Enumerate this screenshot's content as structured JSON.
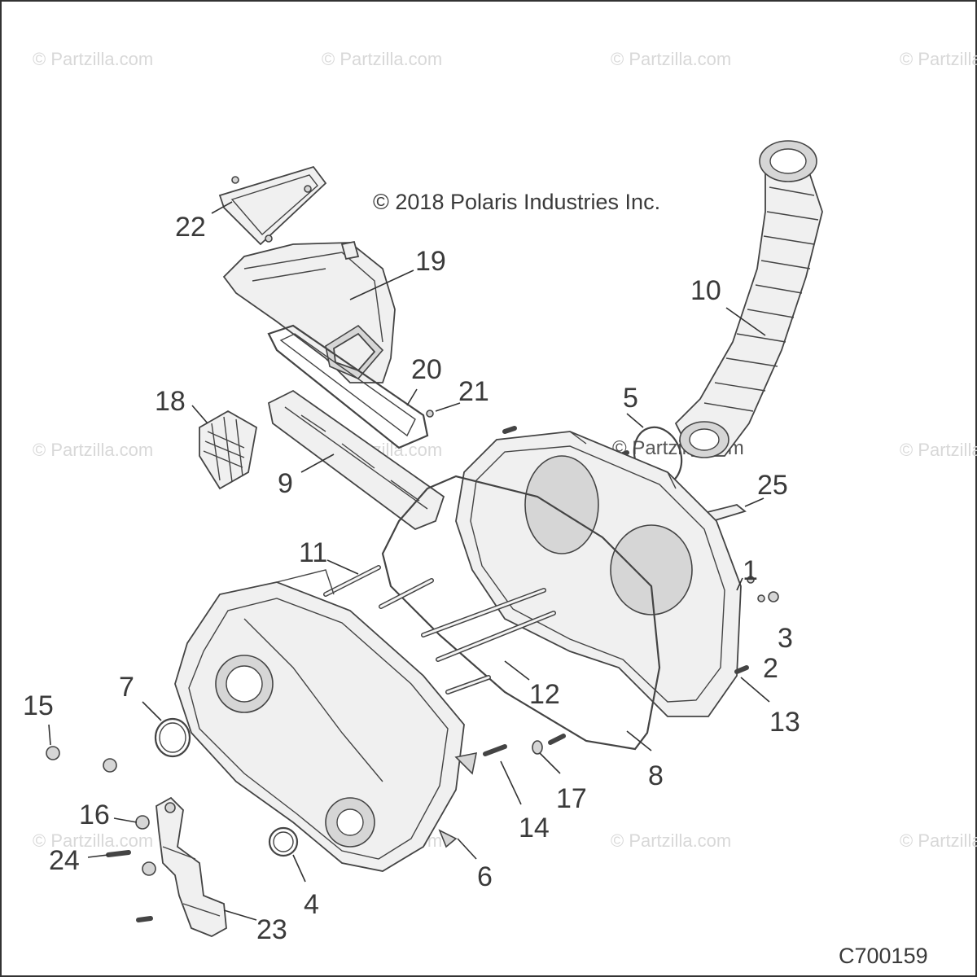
{
  "diagram": {
    "copyright": "© 2018 Polaris Industries Inc.",
    "figure_code": "C700159",
    "watermark": "© Partzilla.com",
    "callouts": [
      "1",
      "2",
      "3",
      "4",
      "5",
      "6",
      "7",
      "8",
      "9",
      "10",
      "11",
      "12",
      "13",
      "14",
      "15",
      "16",
      "17",
      "18",
      "19",
      "20",
      "21",
      "22",
      "23",
      "24",
      "25"
    ]
  }
}
